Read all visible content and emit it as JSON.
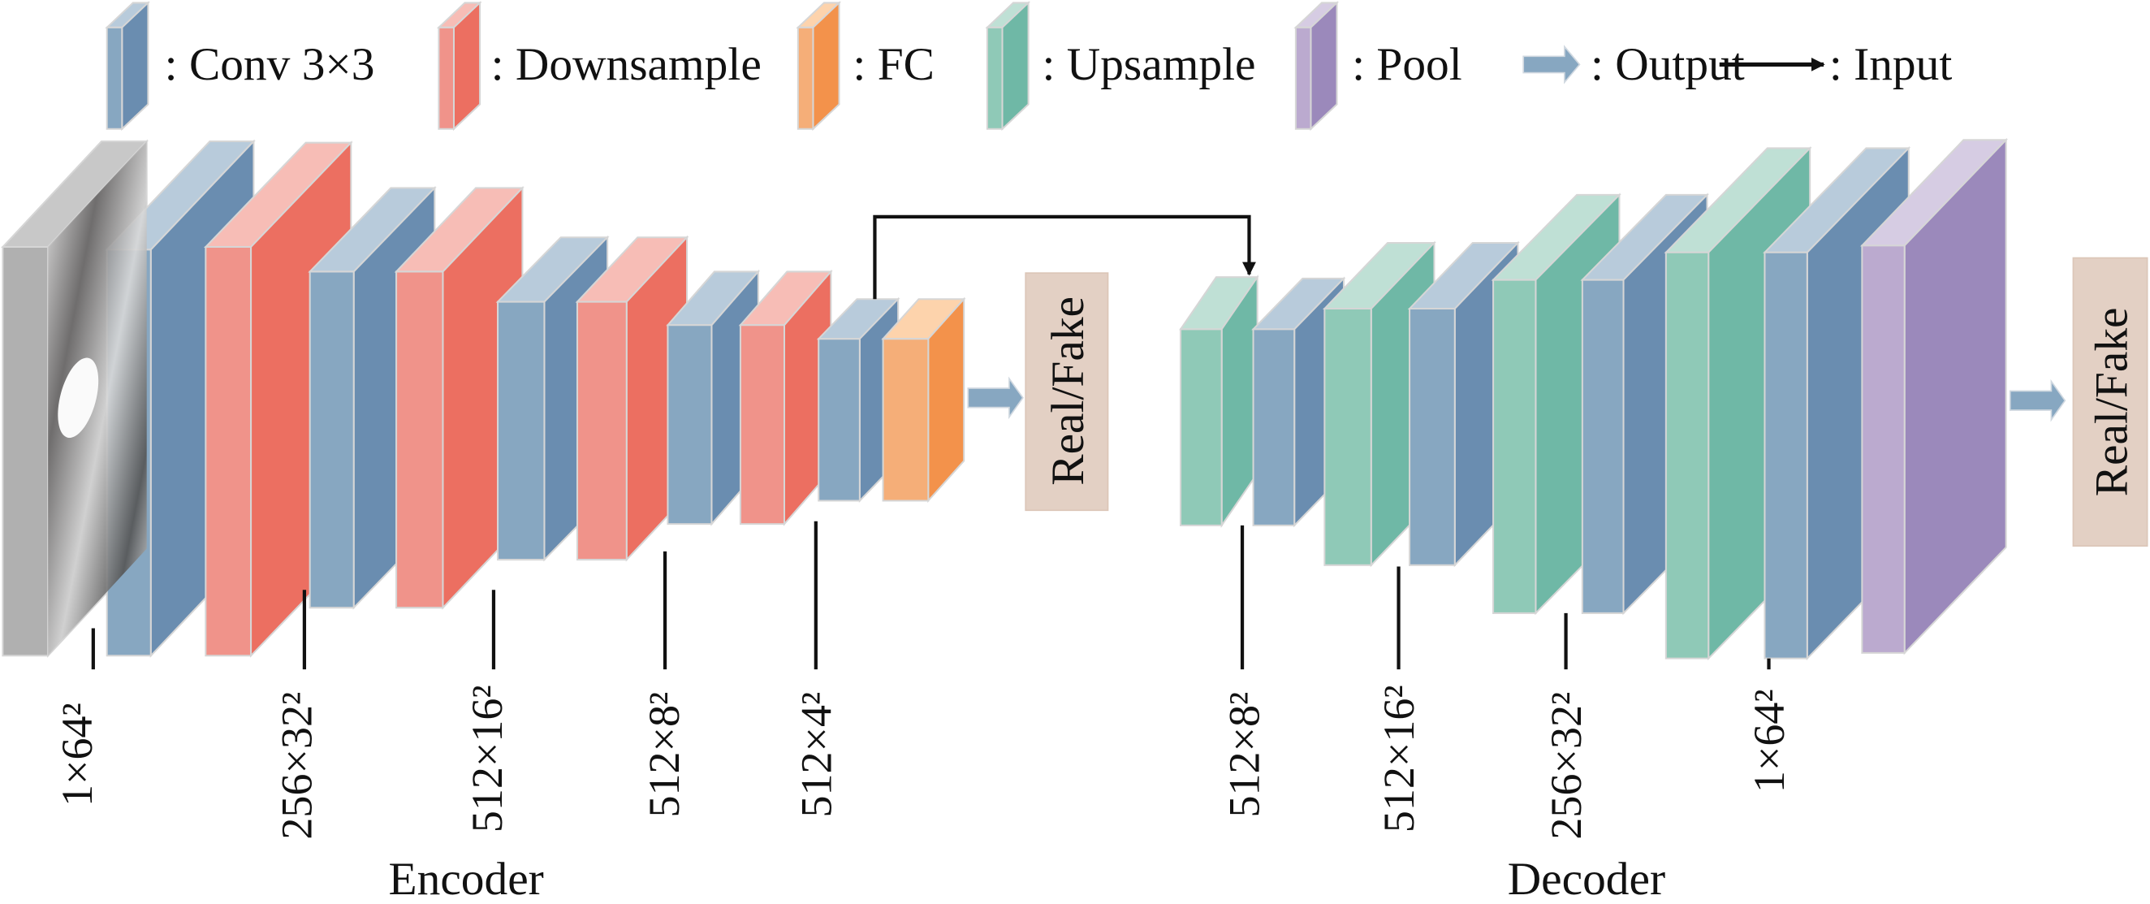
{
  "legend": [
    {
      "kind": "conv",
      "label": ": Conv 3×3"
    },
    {
      "kind": "down",
      "label": ": Downsample"
    },
    {
      "kind": "fc",
      "label": ": FC"
    },
    {
      "kind": "up",
      "label": ": Upsample"
    },
    {
      "kind": "pool",
      "label": ": Pool"
    },
    {
      "kind": "output-arrow",
      "label": ": Output"
    },
    {
      "kind": "input-arrow",
      "label": ": Input"
    }
  ],
  "colors": {
    "conv": {
      "front": "#87a7c1",
      "side": "#6a8db0",
      "top": "#b8cbdb"
    },
    "down": {
      "front": "#f0938a",
      "side": "#ec6f61",
      "top": "#f7bdb6"
    },
    "fc": {
      "front": "#f5ae78",
      "side": "#f3924b",
      "top": "#fdd3ac"
    },
    "up": {
      "front": "#8fc9b7",
      "side": "#6fb8a6",
      "top": "#bfe0d5"
    },
    "pool": {
      "front": "#bbaacf",
      "side": "#9b89bb",
      "top": "#d6cce3"
    },
    "input": {
      "front": "#b0b0b0",
      "side": "#8a8a8a",
      "top": "#c8c8c8"
    },
    "output_box": "#e3d0c4",
    "arrow": "#87a7c1"
  },
  "encoder": {
    "title": "Encoder",
    "output_label": "Real/Fake",
    "dims": [
      "1×64²",
      "256×32²",
      "512×16²",
      "512×8²",
      "512×4²"
    ]
  },
  "decoder": {
    "title": "Decoder",
    "output_label": "Real/Fake",
    "dims": [
      "512×8²",
      "512×16²",
      "256×32²",
      "1×64²"
    ]
  }
}
